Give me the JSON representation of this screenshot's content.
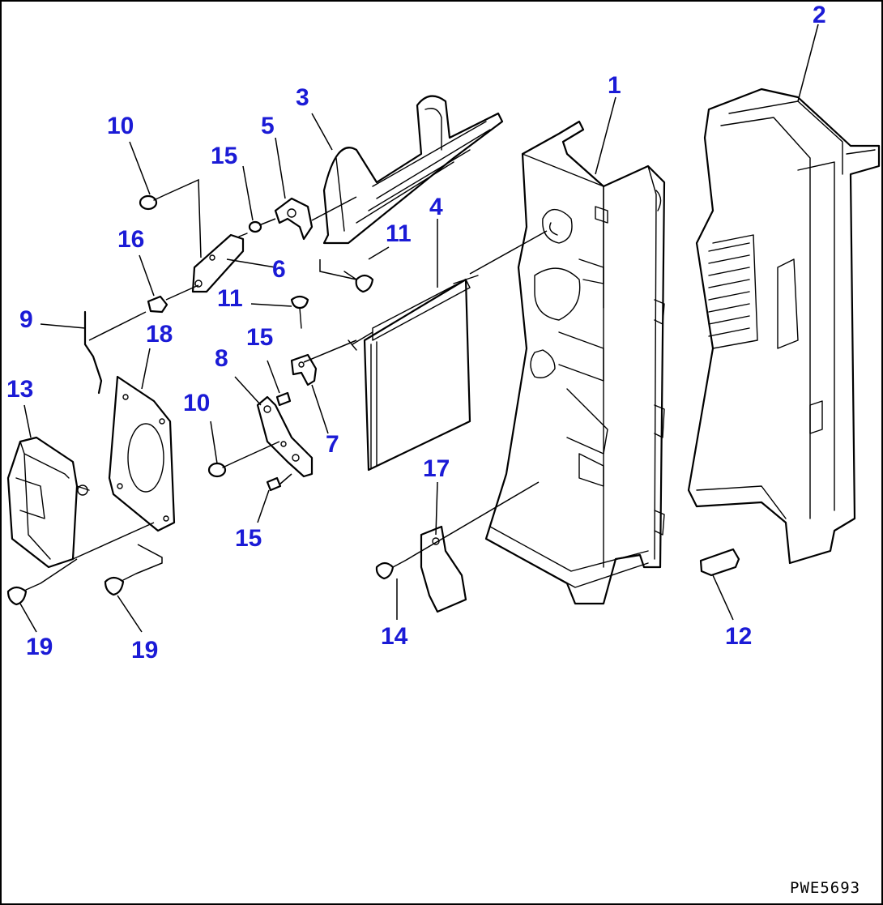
{
  "diagram": {
    "drawing_number": "PWE5693",
    "label_color": "#1b1bd6",
    "callouts": [
      {
        "id": "c1",
        "text": "1"
      },
      {
        "id": "c2",
        "text": "2"
      },
      {
        "id": "c3",
        "text": "3"
      },
      {
        "id": "c4",
        "text": "4"
      },
      {
        "id": "c5",
        "text": "5"
      },
      {
        "id": "c6",
        "text": "6"
      },
      {
        "id": "c7",
        "text": "7"
      },
      {
        "id": "c8",
        "text": "8"
      },
      {
        "id": "c9",
        "text": "9"
      },
      {
        "id": "c10a",
        "text": "10"
      },
      {
        "id": "c10b",
        "text": "10"
      },
      {
        "id": "c11a",
        "text": "11"
      },
      {
        "id": "c11b",
        "text": "11"
      },
      {
        "id": "c12",
        "text": "12"
      },
      {
        "id": "c13",
        "text": "13"
      },
      {
        "id": "c14",
        "text": "14"
      },
      {
        "id": "c15a",
        "text": "15"
      },
      {
        "id": "c15b",
        "text": "15"
      },
      {
        "id": "c15c",
        "text": "15"
      },
      {
        "id": "c16",
        "text": "16"
      },
      {
        "id": "c17",
        "text": "17"
      },
      {
        "id": "c18",
        "text": "18"
      },
      {
        "id": "c19a",
        "text": "19"
      },
      {
        "id": "c19b",
        "text": "19"
      }
    ]
  }
}
